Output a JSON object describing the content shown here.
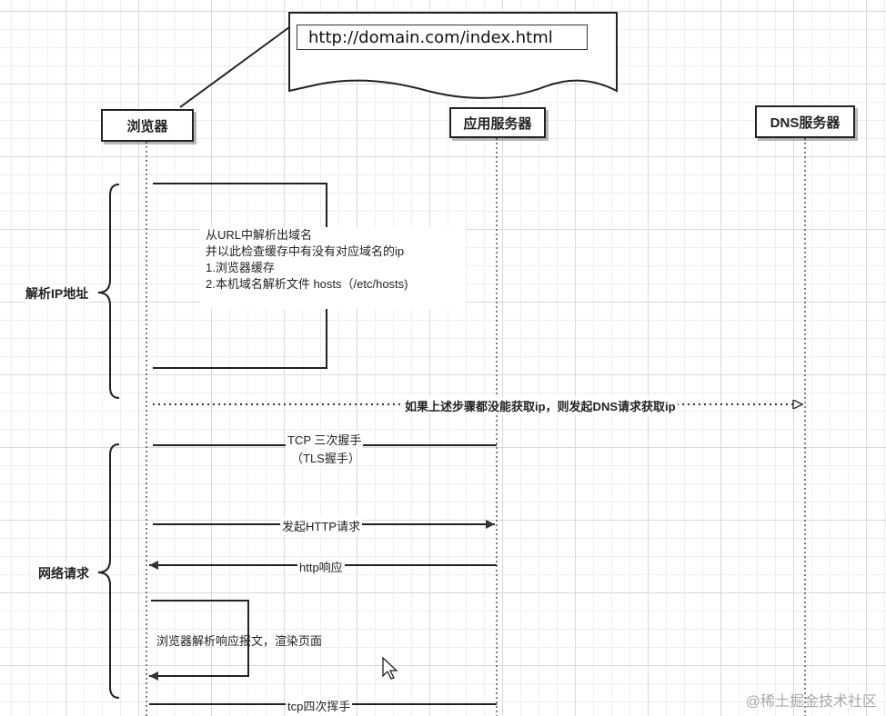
{
  "url_box": "http://domain.com/index.html",
  "actors": {
    "browser": "浏览器",
    "app_server": "应用服务器",
    "dns_server": "DNS服务器"
  },
  "sections": {
    "resolve_ip": "解析IP地址",
    "network_request": "网络请求"
  },
  "resolve_note": [
    "从URL中解析出域名",
    "并以此检查缓存中有没有对应域名的ip",
    "1.浏览器缓存",
    "2.本机域名解析文件 hosts（/etc/hosts)"
  ],
  "messages": {
    "dns_request": "如果上述步骤都没能获取ip，则发起DNS请求获取ip",
    "tcp_handshake": "TCP 三次握手",
    "tls_handshake": "（TLS握手）",
    "http_request": "发起HTTP请求",
    "http_response": "http响应",
    "parse_render": "浏览器解析响应报文，渲染页面",
    "tcp_wave": "tcp四次挥手"
  },
  "watermark": "@稀土掘金技术社区"
}
